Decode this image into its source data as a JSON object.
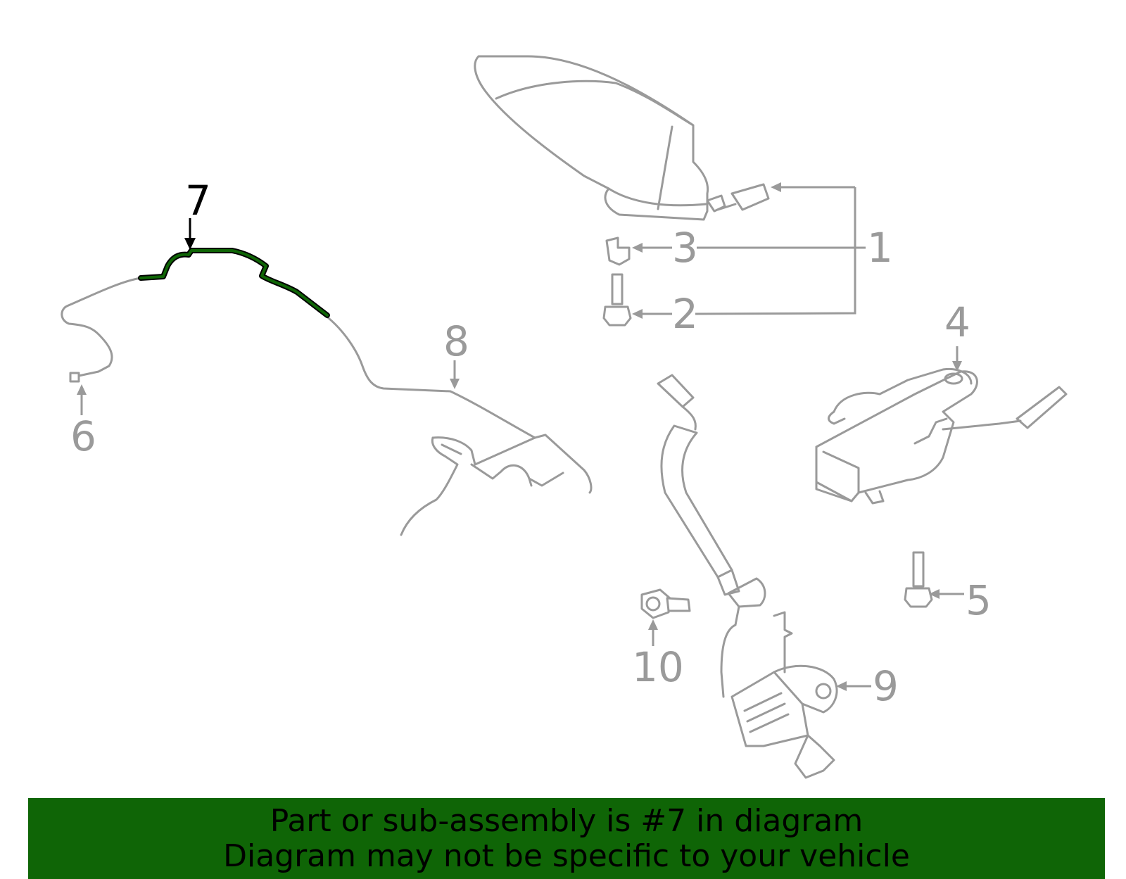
{
  "callouts": {
    "c1": "1",
    "c2": "2",
    "c3": "3",
    "c4": "4",
    "c5": "5",
    "c6": "6",
    "c7": "7",
    "c8": "8",
    "c9": "9",
    "c10": "10"
  },
  "highlight": {
    "part": "7",
    "color": "#0f6506"
  },
  "banner": {
    "line1": "Part or sub-assembly is #7 in diagram",
    "line2": "Diagram may not be specific to your vehicle",
    "color": "#0f6506"
  }
}
